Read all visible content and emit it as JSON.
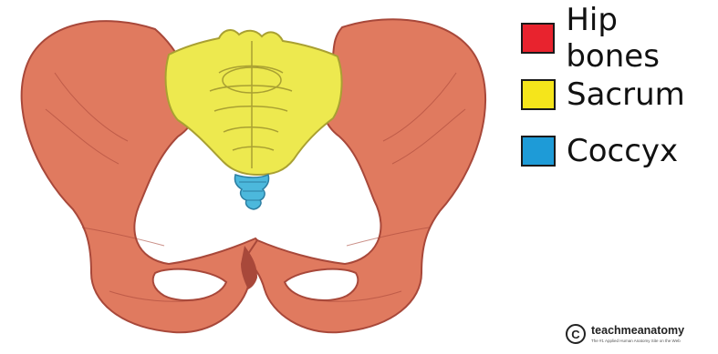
{
  "legend": {
    "items": [
      {
        "label": "Hip bones",
        "color": "#e8232e"
      },
      {
        "label": "Sacrum",
        "color": "#f5e51b"
      },
      {
        "label": "Coccyx",
        "color": "#1e9bd7"
      }
    ]
  },
  "diagram": {
    "colors": {
      "hip_fill": "#e07a5f",
      "hip_stroke": "#a8483a",
      "sacrum_fill": "#ede94f",
      "sacrum_stroke": "#a9a032",
      "coccyx_fill": "#4cb8dc",
      "coccyx_stroke": "#2c7ea2"
    }
  },
  "watermark": {
    "symbol": "C",
    "name": "teachmeanatomy",
    "tagline": "The #1 Applied Human Anatomy Site on the Web"
  }
}
